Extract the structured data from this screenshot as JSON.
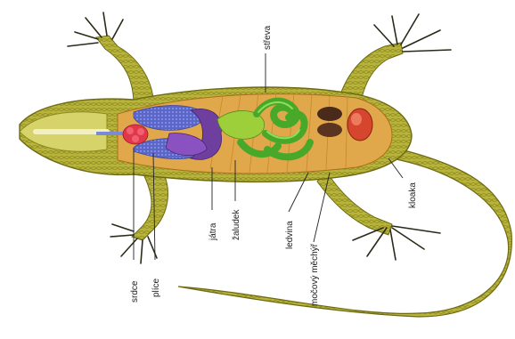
{
  "diagram": {
    "subject": "lizard anatomy",
    "labels": {
      "streva": "střeva",
      "srdce": "srdce",
      "plice": "plíce",
      "jatra": "játra",
      "zaludek": "žaludek",
      "ledvina": "ledvina",
      "mocovy_mechyr": "močový měchýř",
      "kloaka": "kloaka"
    },
    "colors": {
      "skin": "#b8b43a",
      "skin_dark": "#7f7b1c",
      "skin_light": "#d6d36a",
      "body_cavity": "#e0a84a",
      "lungs": "#5a66c8",
      "liver": "#6f3fa0",
      "heart": "#e0384a",
      "intestines": "#48a82a",
      "stomach": "#9ccf3a",
      "kidney": "#4a2a1a",
      "bladder": "#d6452e",
      "claws": "#2a2a1a"
    }
  }
}
